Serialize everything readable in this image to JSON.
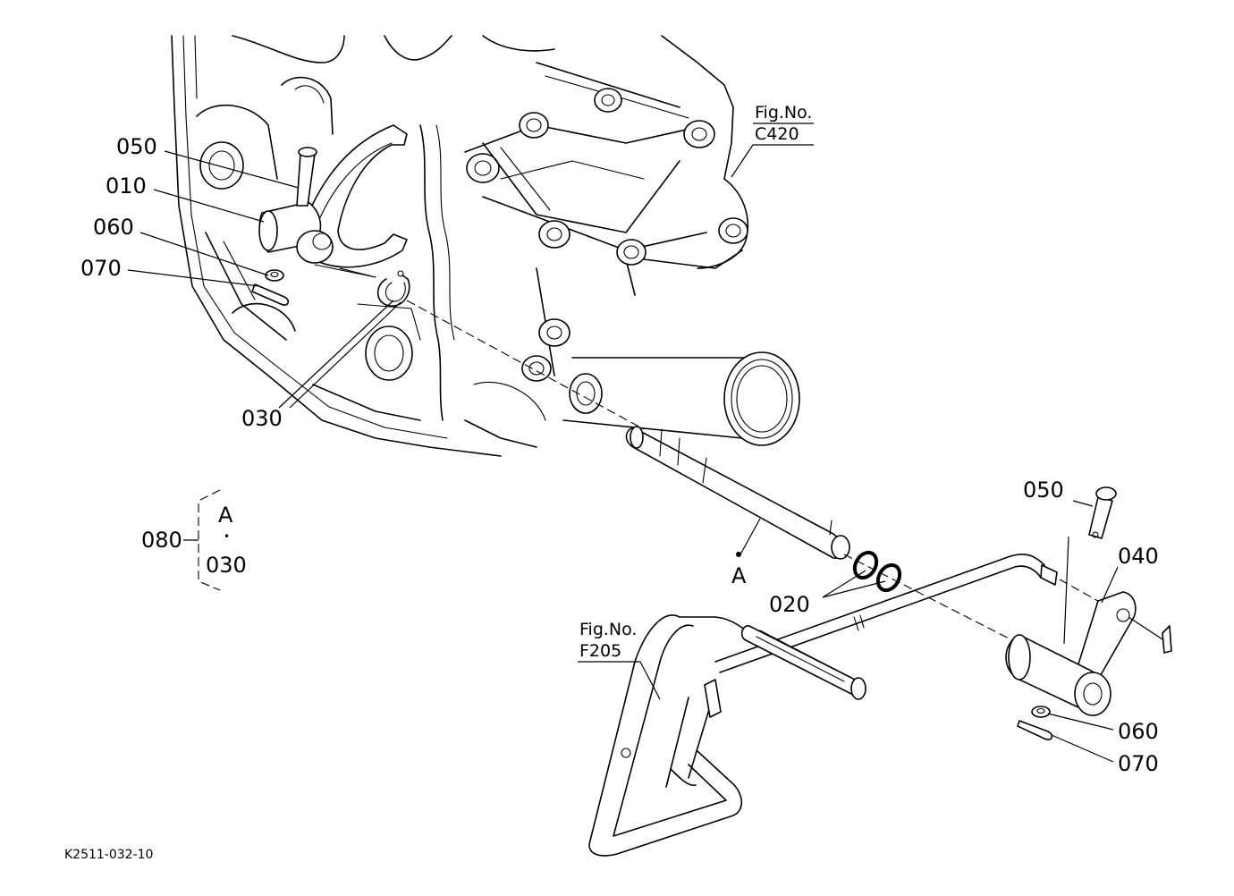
{
  "labels": {
    "p050_top": "050",
    "p010": "010",
    "p060_top": "060",
    "p070_top": "070",
    "p030": "030",
    "p080": "080",
    "p050_right": "050",
    "p040": "040",
    "p020": "020",
    "p060_right": "060",
    "p070_right": "070",
    "point_a_shaft": "A"
  },
  "kit": {
    "letter": "A",
    "bullet": "•",
    "part": "030"
  },
  "refs": {
    "c420": {
      "line1": "Fig.No.",
      "line2": "C420"
    },
    "f205": {
      "line1": "Fig.No.",
      "line2": "F205"
    }
  },
  "drawing_code": "K2511-032-10"
}
